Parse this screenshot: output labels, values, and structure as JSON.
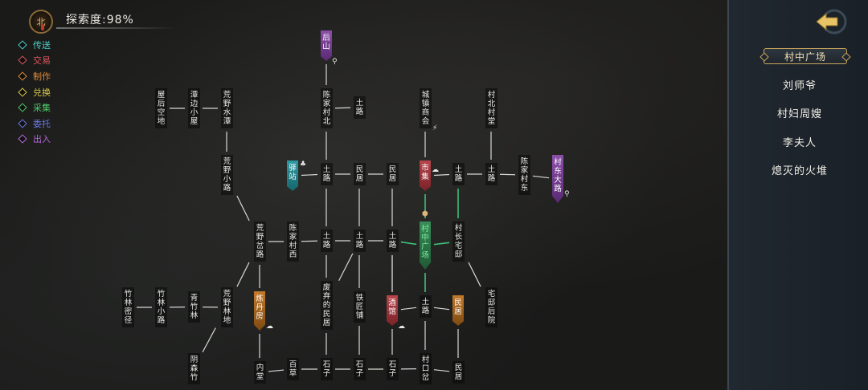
{
  "header": {
    "compass_char": "北",
    "explore_text": "探索度:98%"
  },
  "legend": [
    {
      "label": "传送",
      "color": "#4fd0c8",
      "icon": "teleport-diamond-icon"
    },
    {
      "label": "交易",
      "color": "#e0565c",
      "icon": "trade-diamond-icon"
    },
    {
      "label": "制作",
      "color": "#e08a3a",
      "icon": "craft-diamond-icon"
    },
    {
      "label": "兑换",
      "color": "#d8c84a",
      "icon": "exchange-diamond-icon"
    },
    {
      "label": "采集",
      "color": "#4fc86a",
      "icon": "gather-diamond-icon"
    },
    {
      "label": "委托",
      "color": "#6a7ae0",
      "icon": "commission-diamond-icon"
    },
    {
      "label": "出入",
      "color": "#b86ae0",
      "icon": "entry-diamond-icon"
    }
  ],
  "map_nodes": [
    {
      "id": "houshan",
      "text": "后山",
      "style": "purple"
    },
    {
      "id": "wuhou",
      "text": "屋后空地"
    },
    {
      "id": "tanbian",
      "text": "潭边小屋"
    },
    {
      "id": "huangyeshuitan",
      "text": "荒野水潭"
    },
    {
      "id": "chenjiacunbei",
      "text": "陈家村北"
    },
    {
      "id": "tulu-top",
      "text": "土路"
    },
    {
      "id": "chengzhen",
      "text": "城镇商会"
    },
    {
      "id": "cunbeicuntang",
      "text": "村北村堂"
    },
    {
      "id": "huangyexiaolu",
      "text": "荒野小路"
    },
    {
      "id": "yizhan",
      "text": "驿站",
      "style": "teal"
    },
    {
      "id": "tulu-2",
      "text": "土路"
    },
    {
      "id": "minju-1",
      "text": "民居"
    },
    {
      "id": "minju-2",
      "text": "民居"
    },
    {
      "id": "shiji",
      "text": "市集",
      "style": "red"
    },
    {
      "id": "tulu-3",
      "text": "土路"
    },
    {
      "id": "tulu-4",
      "text": "土路"
    },
    {
      "id": "chenjiacundong",
      "text": "陈家村东"
    },
    {
      "id": "cundongdalu",
      "text": "村东大路",
      "style": "purple"
    },
    {
      "id": "huangyechalu",
      "text": "荒野岔路"
    },
    {
      "id": "chenjiacunxi",
      "text": "陈家村西"
    },
    {
      "id": "tulu-5",
      "text": "土路"
    },
    {
      "id": "tulu-6",
      "text": "土路"
    },
    {
      "id": "tulu-7",
      "text": "土路"
    },
    {
      "id": "cunzhongguangchang",
      "text": "村中广场",
      "style": "green"
    },
    {
      "id": "cunzhangzhaidi",
      "text": "村长宅邸"
    },
    {
      "id": "zhulinmijing",
      "text": "竹林密径"
    },
    {
      "id": "zhulinxiaolu",
      "text": "竹林小路"
    },
    {
      "id": "qingzhulin",
      "text": "青竹林"
    },
    {
      "id": "huangyelindi",
      "text": "荒野林地"
    },
    {
      "id": "liandanfang",
      "text": "炼丹房",
      "style": "orange"
    },
    {
      "id": "feiqideminju",
      "text": "废弃的民居"
    },
    {
      "id": "tiejiangpu",
      "text": "铁匠铺"
    },
    {
      "id": "jiuguan",
      "text": "酒馆",
      "style": "red"
    },
    {
      "id": "tulu-8",
      "text": "土路"
    },
    {
      "id": "minju-3",
      "text": "民居",
      "style": "orange"
    },
    {
      "id": "zhaidihouyuan",
      "text": "宅邸后院"
    },
    {
      "id": "yinsenzhu",
      "text": "阴森竹"
    },
    {
      "id": "neitang",
      "text": "内堂"
    },
    {
      "id": "baicao",
      "text": "百草"
    },
    {
      "id": "shizilu-1",
      "text": "石子"
    },
    {
      "id": "shizilu-2",
      "text": "石子"
    },
    {
      "id": "shizilu-3",
      "text": "石子"
    },
    {
      "id": "cunkoucha",
      "text": "村口岔"
    },
    {
      "id": "minju-4",
      "text": "民居"
    }
  ],
  "side_panel": {
    "items": [
      {
        "label": "村中广场",
        "selected": true
      },
      {
        "label": "刘师爷",
        "selected": false
      },
      {
        "label": "村妇周嫂",
        "selected": false
      },
      {
        "label": "李夫人",
        "selected": false
      },
      {
        "label": "熄灭的火堆",
        "selected": false
      }
    ]
  }
}
